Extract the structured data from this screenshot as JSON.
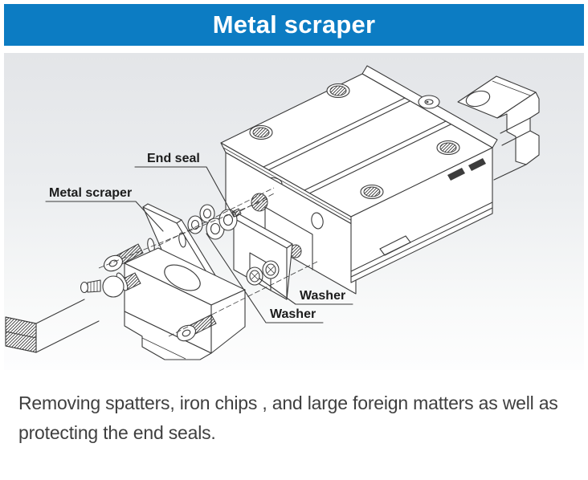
{
  "header": {
    "title": "Metal scraper"
  },
  "theme": {
    "banner_bg": "#0c7cc3",
    "banner_text": "#ffffff",
    "panel_top": "#e3e5e8",
    "panel_bottom": "#fdfdfe",
    "line_color": "#3a3a3a",
    "text_color": "#3f3f3f",
    "label_color": "#1c1c1c"
  },
  "diagram": {
    "labels": {
      "end_seal": "End seal",
      "metal_scraper": "Metal scraper",
      "washer_top": "Washer",
      "washer_bottom": "Washer"
    }
  },
  "body": {
    "lines": [
      "Removing spatters, iron chips , and large foreign matters as well as",
      "protecting the end seals."
    ]
  }
}
